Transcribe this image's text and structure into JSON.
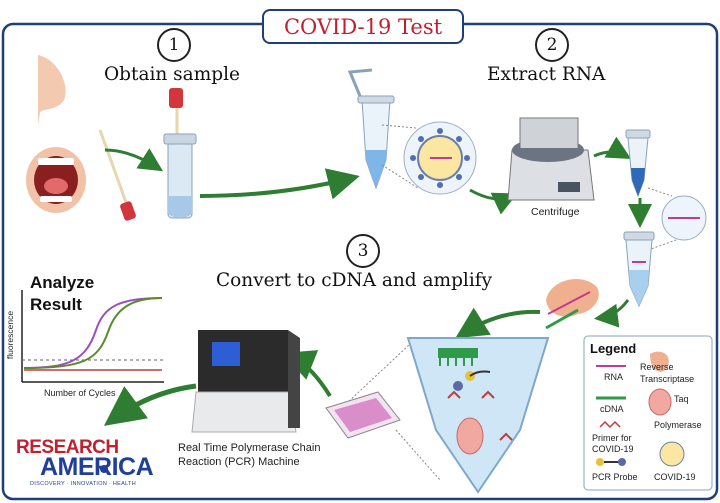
{
  "title": "COVID-19 Test",
  "steps": [
    {
      "number": "1",
      "label": "Obtain sample"
    },
    {
      "number": "2",
      "label": "Extract RNA"
    },
    {
      "number": "3",
      "label": "Convert to cDNA and amplify"
    }
  ],
  "centrifuge_label": "Centrifuge",
  "analyze": {
    "line1": "Analyze",
    "line2": "Result",
    "y_axis": "fluorescence",
    "x_axis": "Number of Cycles"
  },
  "pcr_label": {
    "line1": "Real Time Polymerase Chain",
    "line2": "Reaction (PCR) Machine"
  },
  "legend": {
    "title": "Legend",
    "items": {
      "rna": "RNA",
      "rt_line1": "Reverse",
      "rt_line2": "Transcriptase",
      "cdna": "cDNA",
      "taq_line1": "Taq",
      "taq_line2": "Polymerase",
      "primer_line1": "Primer for",
      "primer_line2": "COVID-19",
      "probe": "PCR Probe",
      "covid": "COVID-19"
    }
  },
  "logo": {
    "line1": "RESEARCH",
    "line2": "AMERICA",
    "tagline": "DISCOVERY · INNOVATION · HEALTH"
  },
  "colors": {
    "title_text": "#c21f2f",
    "border": "#1f3f7a",
    "arrow": "#2e7d32",
    "logo_red": "#c21f2f",
    "logo_blue": "#1f3f9a"
  }
}
